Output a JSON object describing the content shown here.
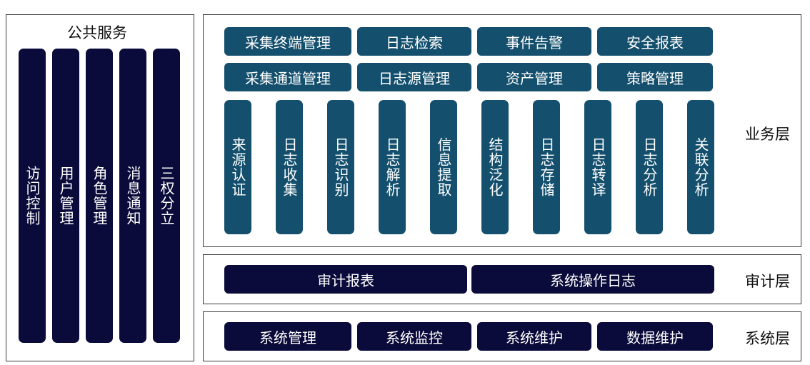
{
  "public_services": {
    "title": "公共服务",
    "items": [
      "访问控制",
      "用户管理",
      "角色管理",
      "消息通知",
      "三权分立"
    ]
  },
  "business_layer": {
    "label": "业务层",
    "row1": [
      "采集终端管理",
      "日志检索",
      "事件告警",
      "安全报表"
    ],
    "row2": [
      "采集通道管理",
      "日志源管理",
      "资产管理",
      "策略管理"
    ],
    "columns": [
      "来源认证",
      "日志收集",
      "日志识别",
      "日志解析",
      "信息提取",
      "结构泛化",
      "日志存储",
      "日志转译",
      "日志分析",
      "关联分析"
    ]
  },
  "audit_layer": {
    "label": "审计层",
    "items": [
      "审计报表",
      "系统操作日志"
    ]
  },
  "system_layer": {
    "label": "系统层",
    "items": [
      "系统管理",
      "系统监控",
      "系统维护",
      "数据维护"
    ]
  }
}
